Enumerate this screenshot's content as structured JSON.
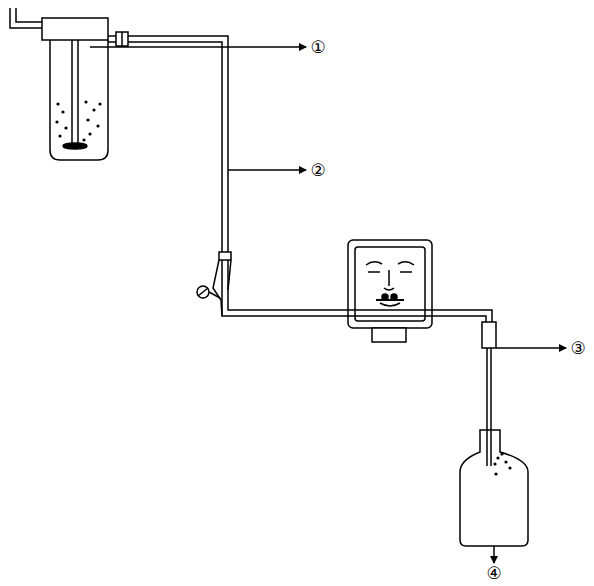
{
  "diagram": {
    "labels": [
      "①",
      "②",
      "③",
      "④"
    ]
  }
}
